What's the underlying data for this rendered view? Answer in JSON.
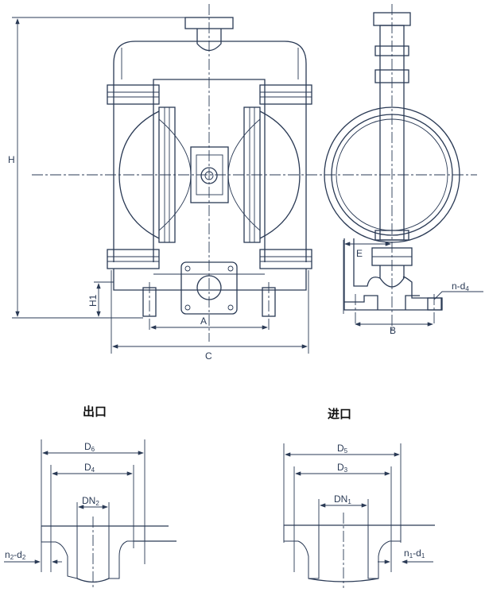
{
  "front_view": {
    "H": "H",
    "H1": "H1",
    "A": "A",
    "C": "C"
  },
  "side_view": {
    "E": "E",
    "B": "B",
    "n_d4": {
      "main": "n-d",
      "sub": "4"
    }
  },
  "outlet": {
    "title": "出口",
    "D6": {
      "main": "D",
      "sub": "6"
    },
    "D4": {
      "main": "D",
      "sub": "4"
    },
    "DN2": {
      "main": "DN",
      "sub": "2"
    },
    "n2_d2": {
      "a": "n",
      "a_sub": "2",
      "b": "-d",
      "b_sub": "2"
    }
  },
  "inlet": {
    "title": "进口",
    "D5": {
      "main": "D",
      "sub": "5"
    },
    "D3": {
      "main": "D",
      "sub": "3"
    },
    "DN1": {
      "main": "DN",
      "sub": "1"
    },
    "n1_d1": {
      "a": "n",
      "a_sub": "1",
      "b": "-d",
      "b_sub": "1"
    }
  }
}
